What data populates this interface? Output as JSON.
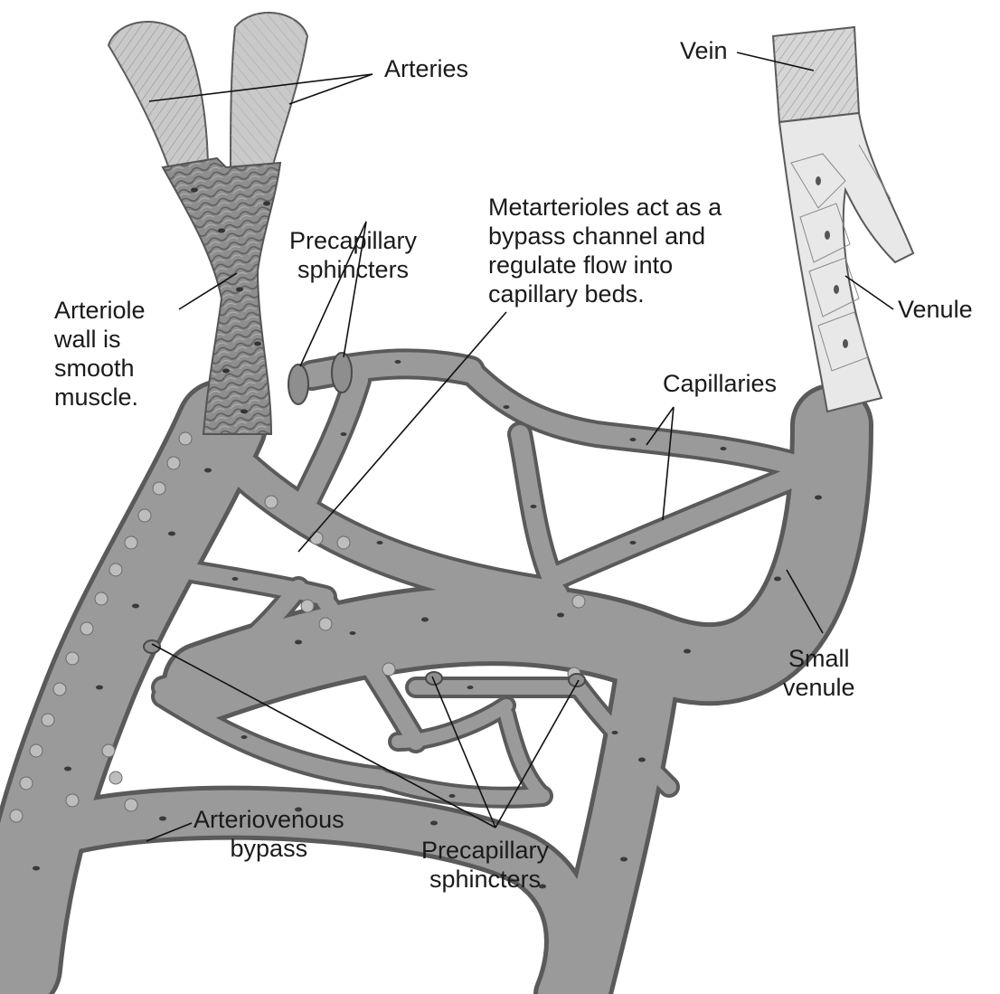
{
  "labels": {
    "arteries": "Arteries",
    "vein": "Vein",
    "venule": "Venule",
    "metarterioles": [
      "Metarterioles act as a",
      "bypass channel and",
      "regulate flow into",
      "capillary beds."
    ],
    "precapillary_top": [
      "Precapillary",
      "sphincters"
    ],
    "arteriole_wall": [
      "Arteriole",
      "wall is",
      "smooth",
      "muscle."
    ],
    "capillaries": "Capillaries",
    "small_venule": [
      "Small",
      "venule"
    ],
    "arteriovenous": [
      "Arteriovenous",
      "bypass"
    ],
    "precapillary_bottom": [
      "Precapillary",
      "sphincters"
    ]
  },
  "colors": {
    "vessel_fill": "#9a9a9a",
    "vessel_edge": "#5a5a5a",
    "vessel_lumen": "#ffffff",
    "arteriole_muscle": "#8c8c8c",
    "artery_fill": "#c9c9c9",
    "vein_fill": "#dadada",
    "venule_fill": "#e6e6e6",
    "nucleus": "#3a3a3a",
    "leader_line": "#111111",
    "text": "#1a1a1a"
  }
}
